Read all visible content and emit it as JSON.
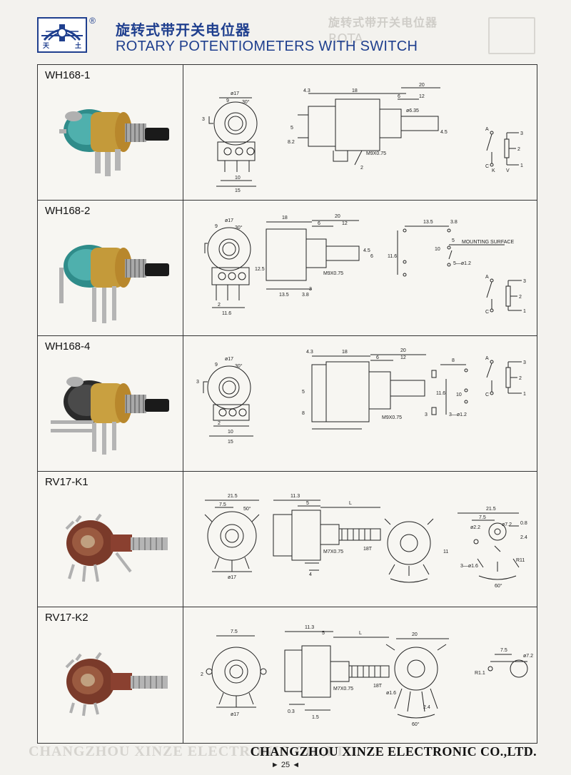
{
  "header": {
    "title_cn": "旋转式带开关电位器",
    "title_en": "ROTARY POTENTIOMETERS WITH SWITCH",
    "logo_reg": "®",
    "logo_chars": [
      "天",
      "土"
    ],
    "ghost_cn": "旋转式带开关电位器",
    "ghost_en": "ROTA"
  },
  "colors": {
    "brand": "#1f3f8e",
    "border": "#333333",
    "page_bg": "#f3f2ee"
  },
  "rows": [
    {
      "model": "WH168-1",
      "dims": {
        "d17": "ø17",
        "w9": "9",
        "a30": "30°",
        "d3": "3",
        "d4_3": "4.3",
        "d18": "18",
        "d20": "20",
        "d6": "6",
        "d12": "12",
        "s5": "5",
        "s8_2": "8.2",
        "m9": "M9X0.75",
        "b10": "10",
        "b15": "15",
        "b2": "2",
        "d6_5": "ø6.35",
        "sh": "4.5"
      },
      "switch": {
        "A": "A",
        "C": "C",
        "p3": "3",
        "p2": "2",
        "p1": "1",
        "k": "K",
        "v": "V"
      }
    },
    {
      "model": "WH168-2",
      "dims": {
        "d17": "ø17",
        "w9": "9",
        "a30": "30°",
        "d18": "18",
        "d20": "20",
        "d6": "6",
        "d12": "12",
        "s4_5": "4.5",
        "s6": "6",
        "m9": "M9X0.75",
        "h12_5": "12.5",
        "b11_6": "11.6",
        "b13_5": "13.5",
        "b3_8": "3.8",
        "b3": "3",
        "b2": "2",
        "m13_5": "13.5",
        "m3_8": "3.8",
        "m11_6": "11.6",
        "m10": "10",
        "m5": "5",
        "mount": "MOUNTING SURFACE",
        "holes": "5—ø1.2"
      },
      "switch": {
        "A": "A",
        "C": "C",
        "p3": "3",
        "p2": "2",
        "p1": "1"
      }
    },
    {
      "model": "WH168-4",
      "dims": {
        "d17": "ø17",
        "w9": "9",
        "a30": "30°",
        "d3": "3",
        "d4_3": "4.3",
        "d18": "18",
        "d20": "20",
        "d6": "6",
        "d12": "12",
        "s5": "5",
        "s8": "8",
        "m9": "M9X0.75",
        "b10": "10",
        "b15": "15",
        "b2": "2",
        "m8": "8",
        "m11_6": "11.6",
        "m10": "10",
        "m3": "3",
        "holes": "3—ø1.2"
      },
      "switch": {
        "A": "A",
        "C": "C",
        "p3": "3",
        "p2": "2",
        "p1": "1"
      }
    },
    {
      "model": "RV17-K1",
      "dims": {
        "d21_5": "21.5",
        "w7_5": "7.5",
        "a50": "50°",
        "d17": "ø17",
        "d11_3": "11.3",
        "d5": "5",
        "L": "L",
        "m7": "M7X0.75",
        "t18": "18T",
        "d4": "4",
        "r21_5": "21.5",
        "r7_5": "7.5",
        "r0_8": "0.8",
        "r2_2": "ø2.2",
        "r7_2": "ø7.2",
        "r2_4": "2.4",
        "r11": "11",
        "r3": "3—ø1.6",
        "rR": "R11",
        "a60": "60°"
      },
      "switch": {}
    },
    {
      "model": "RV17-K2",
      "dims": {
        "w7_5": "7.5",
        "d17": "ø17",
        "d2": "2",
        "d11_3": "11.3",
        "d5": "5",
        "L": "L",
        "m7": "M7X0.75",
        "t18": "18T",
        "d0_3": "0.3",
        "d1_5": "1.5",
        "r20": "20",
        "r1_6": "ø1.6",
        "r2_4": "2.4",
        "a60": "60°",
        "r7_5": "7.5",
        "r7_2": "ø7.2",
        "rR": "R1.1"
      },
      "switch": {}
    }
  ],
  "footer": {
    "company": "CHANGZHOU XINZE ELECTRONIC CO.,LTD.",
    "ghost": "CHANGZHOU XINZE ELECTRONIC CO.,LTD.",
    "page": "25",
    "left_mark": "►",
    "right_mark": "◄"
  }
}
